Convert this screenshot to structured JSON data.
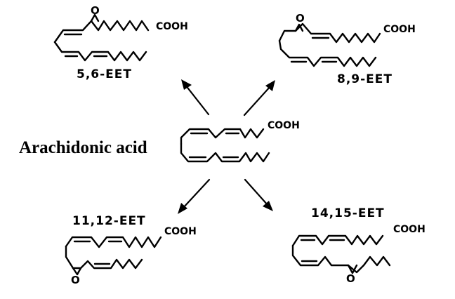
{
  "center": {
    "title": "Arachidonic acid",
    "cooh": "COOH"
  },
  "products": {
    "top_left": {
      "name": "5,6-EET",
      "cooh": "COOH",
      "oxygen": "O"
    },
    "top_right": {
      "name": "8,9-EET",
      "cooh": "COOH",
      "oxygen": "O"
    },
    "bottom_left": {
      "name": "11,12-EET",
      "cooh": "COOH",
      "oxygen": "O"
    },
    "bottom_right": {
      "name": "14,15-EET",
      "cooh": "COOH",
      "oxygen": "O"
    }
  }
}
